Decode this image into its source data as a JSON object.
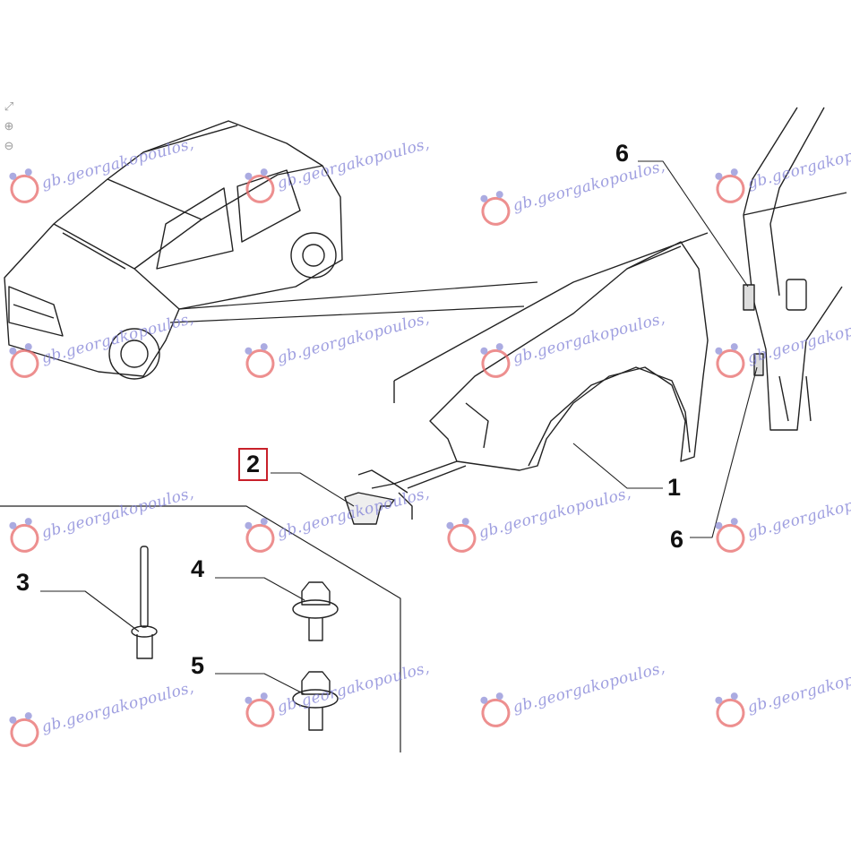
{
  "viewer_tools": {
    "fit_icon": "fit-to-screen-icon",
    "zoom_in_icon": "zoom-in-icon",
    "zoom_out_icon": "zoom-out-icon"
  },
  "callouts": [
    {
      "id": "1",
      "label": "1"
    },
    {
      "id": "2",
      "label": "2",
      "highlighted": true
    },
    {
      "id": "3",
      "label": "3"
    },
    {
      "id": "4",
      "label": "4"
    },
    {
      "id": "5",
      "label": "5"
    },
    {
      "id": "6a",
      "label": "6"
    },
    {
      "id": "6b",
      "label": "6"
    }
  ],
  "watermark": {
    "text": "gb.georgakopoulos,",
    "text_color": "#7f7fd6",
    "logo_color": "#e86a6a"
  },
  "colors": {
    "highlight_box": "#c8202a",
    "line": "#222222"
  }
}
